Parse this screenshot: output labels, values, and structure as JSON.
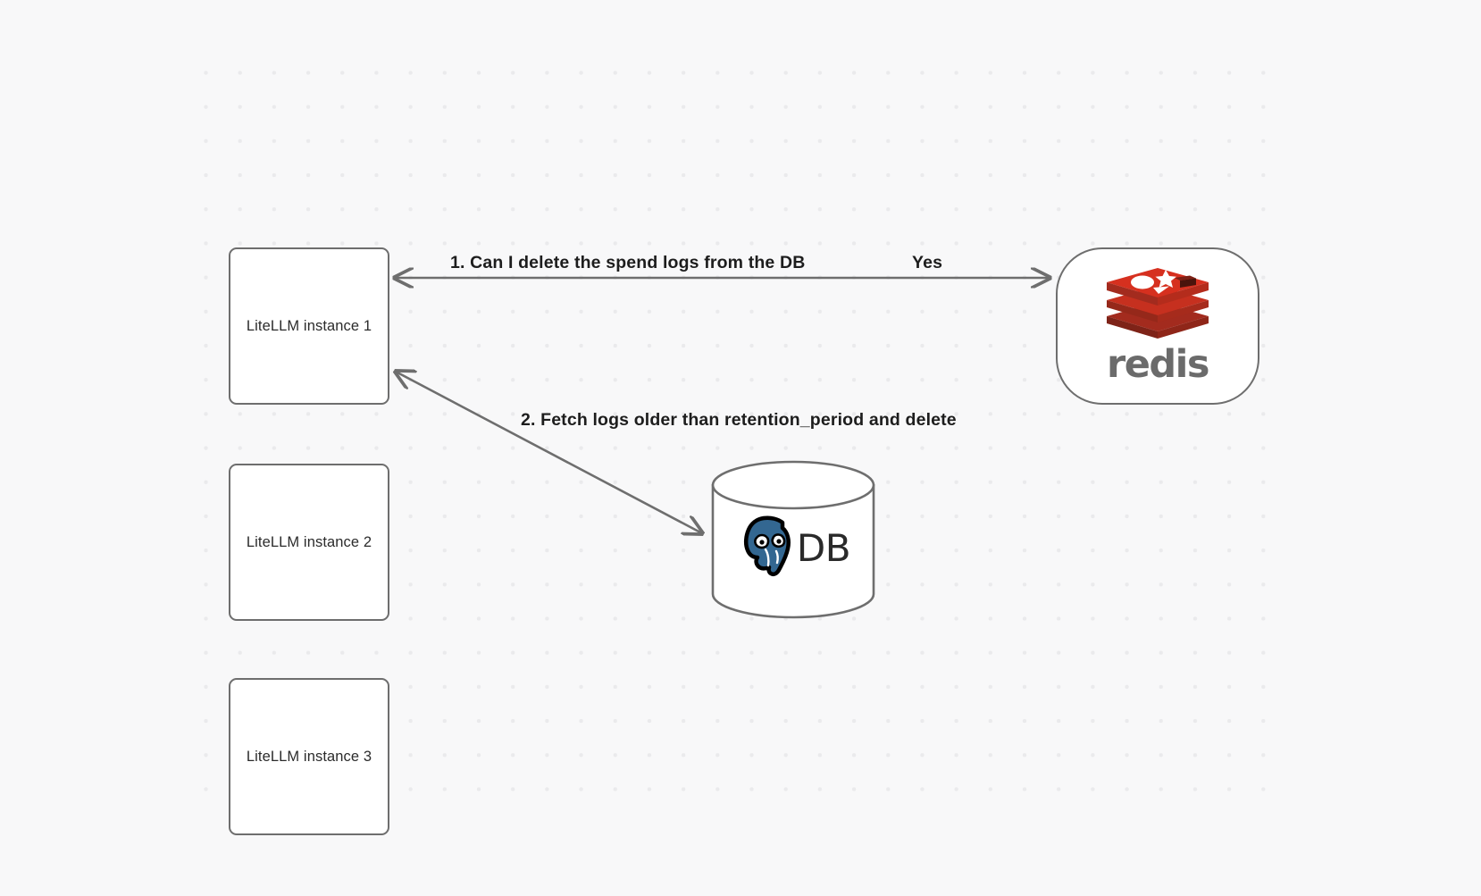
{
  "canvas": {
    "background_color": "#f8f8f9",
    "grid_dot_color": "#eaeaec",
    "stroke_color": "#6e6e6e"
  },
  "nodes": [
    {
      "id": "instance-1",
      "label": "LiteLLM instance 1",
      "shape": "rounded-rect"
    },
    {
      "id": "instance-2",
      "label": "LiteLLM instance 2",
      "shape": "rounded-rect"
    },
    {
      "id": "instance-3",
      "label": "LiteLLM instance 3",
      "shape": "rounded-rect"
    },
    {
      "id": "redis",
      "label": "redis",
      "shape": "stadium",
      "logo": "redis-logo",
      "brand_color": "#d82c20"
    },
    {
      "id": "db",
      "label": "DB",
      "shape": "cylinder",
      "logo": "postgresql-elephant-logo",
      "brand_color": "#336791"
    }
  ],
  "edges": [
    {
      "id": "edge-1",
      "from": "instance-1",
      "to": "redis",
      "question_label": "1.  Can I delete the spend logs from the DB",
      "answer_label": "Yes",
      "arrowheads": "both"
    },
    {
      "id": "edge-2",
      "from": "instance-1",
      "to": "db",
      "label": "2.  Fetch logs older than retention_period and delete",
      "arrowheads": "both"
    }
  ],
  "redis": {
    "wordmark": "redis"
  },
  "db": {
    "text": "DB"
  }
}
